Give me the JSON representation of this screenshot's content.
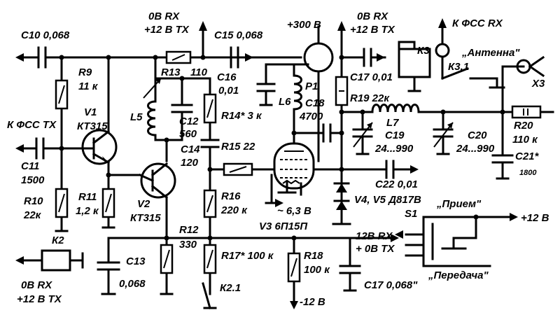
{
  "labels": {
    "c10": "C10 0,068",
    "ovrx_top_a": "0В RX",
    "plus12tx_top_a": "+12 В TX",
    "c15": "C15 0,068",
    "plus300": "+300 В",
    "ovrx_top_b": "0В RX",
    "plus12tx_top_b": "+12 В TX",
    "kfss_rx": "К ФСС RX",
    "antenna": "„Антенна\"",
    "r9": "R9",
    "r9v": "11 к",
    "r13": "R13",
    "r13v": "110",
    "c16": "C16",
    "c16v": "0,01",
    "p1": "P1",
    "c17top": "C17 0,01",
    "k3": "К3",
    "k31": "К3.1",
    "x3": "X3",
    "v1": "V1",
    "v1t": "КТ315",
    "kfss_tx": "К ФСС TX",
    "l5": "L5",
    "c12": "C12",
    "c12v": "560",
    "r14": "R14* 3 к",
    "l6": "L6",
    "c18": "C18",
    "c18v": "4700",
    "r19": "R19 22к",
    "l7": "L7",
    "r20": "R20",
    "r20v": "110 к",
    "c11": "C11",
    "c11v": "1500",
    "c14": "C14",
    "c14v": "120",
    "r15": "R15 22",
    "c19": "C19",
    "c19v": "24...990",
    "c20": "C20",
    "c20v": "24...990",
    "c21": "C21*",
    "c21v": "1800",
    "r10": "R10",
    "r10v": "22к",
    "r11": "R11",
    "r11v": "1,2 к",
    "v2": "V2",
    "v2t": "КТ315",
    "r16": "R16",
    "r16v": "220 к",
    "c22": "C22 0,01",
    "v4v5": "V4, V5  Д817В",
    "heater": "~ 6,3 В",
    "v3": "V3  6П15П",
    "s1": "S1",
    "priem": "„Прием\"",
    "plus12r": "+12 В",
    "k2": "К2",
    "r12": "R12",
    "r12v": "330",
    "rx12": "12В RX",
    "tx0": "+ 0В TX",
    "ovrx_bot": "0В RX",
    "plus12tx_bot": "+12 В TX",
    "c13": "C13",
    "c13v": "0,068",
    "r17": "R17* 100 к",
    "r18": "R18",
    "r18v": "100 к",
    "c17bot": "C17 0,068\"",
    "k21": "К2.1",
    "minus12": "-12 В",
    "peredacha": "„Передача\""
  }
}
